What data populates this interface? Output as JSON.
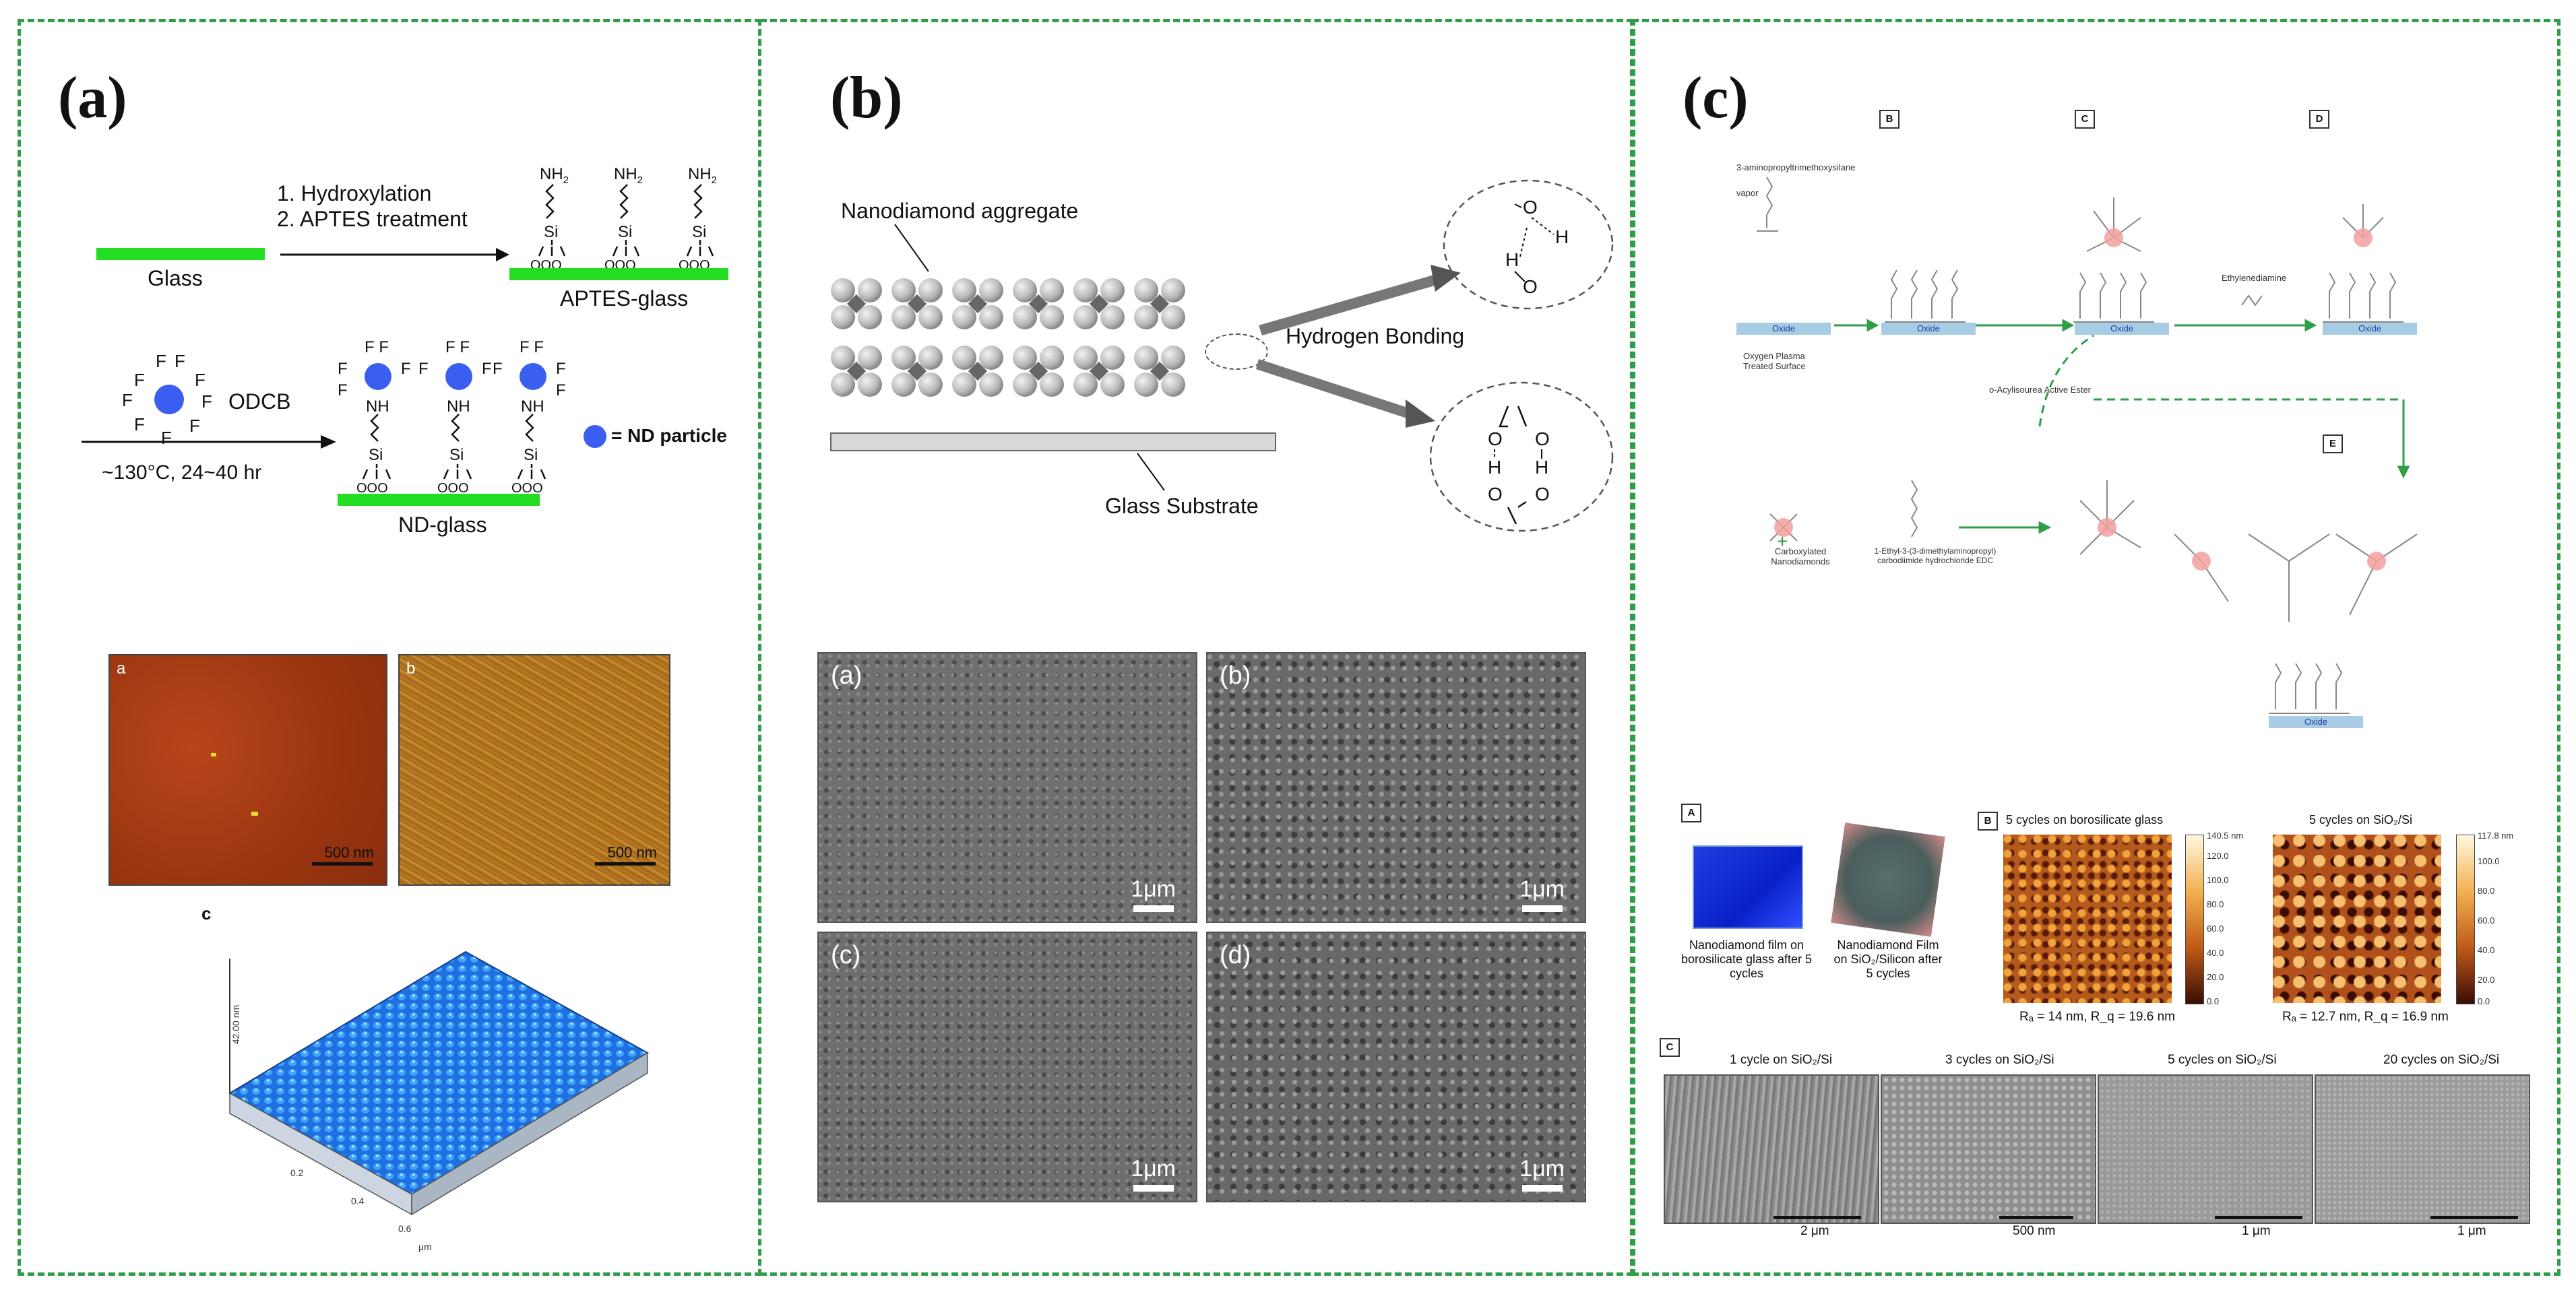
{
  "panels": {
    "a": {
      "label": "(a)",
      "steps": [
        "1.  Hydroxylation",
        "2.  APTES treatment"
      ],
      "glass_label": "Glass",
      "aptes_glass_label": "APTES-glass",
      "odcb_label": "ODCB",
      "conditions_label": "~130°C, 24~40 hr",
      "nd_glass_label": "ND-glass",
      "legend_label": "= ND particle",
      "afm_a_label": "a",
      "afm_b_label": "b",
      "afm_scale": "500 nm",
      "surface_label": "c",
      "surface_z_label": "42.00 nm",
      "surface_ticks": [
        "0.2",
        "0.4",
        "0.6",
        "μm"
      ]
    },
    "b": {
      "label": "(b)",
      "aggregate_label": "Nanodiamond aggregate",
      "hbond_label": "Hydrogen Bonding",
      "substrate_label": "Glass Substrate",
      "sem": [
        {
          "tag": "(a)",
          "scale": "1μm"
        },
        {
          "tag": "(b)",
          "scale": "1μm"
        },
        {
          "tag": "(c)",
          "scale": "1μm"
        },
        {
          "tag": "(d)",
          "scale": "1μm"
        }
      ]
    },
    "c": {
      "label": "(c)",
      "scheme_tags": [
        "B",
        "C",
        "D",
        "E"
      ],
      "aptms_label": "3-aminopropyltrimethoxysilane",
      "vapor_label": "vapor",
      "oxide_label": "Oxide",
      "plasma_label": "Oxygen Plasma Treated Surface",
      "ethylenediamine_label": "Ethylenediamine",
      "acylisourea_label": "o-Acylisourea Active Ester",
      "carboxylated_label": "Carboxylated Nanodiamonds",
      "edc_label": "1-Ethyl-3-(3-dimethylaminopropyl) carbodiimide hydrochloride EDC",
      "box_a_tag": "A",
      "film_glass_caption": "Nanodiamond film on borosilicate glass after 5 cycles",
      "film_si_caption": "Nanodiamond Film on SiO₂/Silicon after 5 cycles",
      "box_b_tag": "B",
      "afm1_title": "5 cycles on borosilicate glass",
      "afm1_stats": "Rₐ = 14 nm, R_q = 19.6 nm",
      "afm1_max": "140.5 nm",
      "afm1_ticks": [
        "120.0",
        "100.0",
        "80.0",
        "60.0",
        "40.0",
        "20.0",
        "0.0"
      ],
      "afm2_title": "5 cycles on SiO₂/Si",
      "afm2_stats": "Rₐ = 12.7 nm, R_q = 16.9 nm",
      "afm2_max": "117.8 nm",
      "afm2_ticks": [
        "100.0",
        "80.0",
        "60.0",
        "40.0",
        "20.0",
        "0.0"
      ],
      "box_c_tag": "C",
      "sem_row": [
        {
          "title": "1 cycle on SiO₂/Si",
          "scale": "2 μm"
        },
        {
          "title": "3 cycles on SiO₂/Si",
          "scale": "500 nm"
        },
        {
          "title": "5 cycles on SiO₂/Si",
          "scale": "1 μm"
        },
        {
          "title": "20 cycles on SiO₂/Si",
          "scale": "1 μm"
        }
      ]
    }
  },
  "colors": {
    "border": "#2e9e48",
    "glass": "#22dd22",
    "nd_particle": "#3a5ff0",
    "afm_red": "#a33a12",
    "afm_yellow": "#c8a020",
    "surface_blue": "#2a8ae8"
  }
}
